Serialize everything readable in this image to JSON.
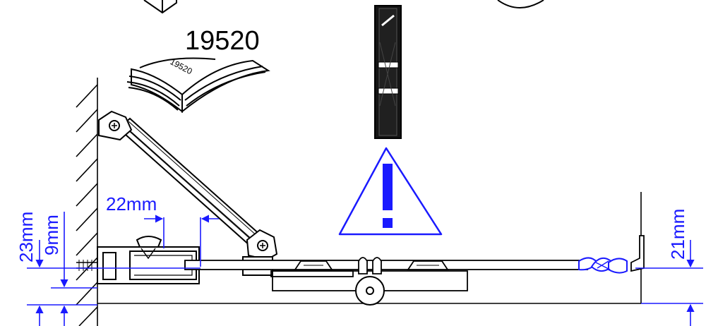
{
  "manual": {
    "code_large": "19520",
    "code_on_page": "19520"
  },
  "dimensions": {
    "arm_offset": "22mm",
    "left_height": "23mm",
    "left_inner": "9mm",
    "right_height": "21mm"
  },
  "colors": {
    "line": "#000000",
    "dimension": "#1a1aff",
    "warning": "#1a1aff",
    "seal": "#1a1aff"
  },
  "icons": {
    "warning": "warning-triangle-icon",
    "manual": "instruction-manual-icon"
  }
}
